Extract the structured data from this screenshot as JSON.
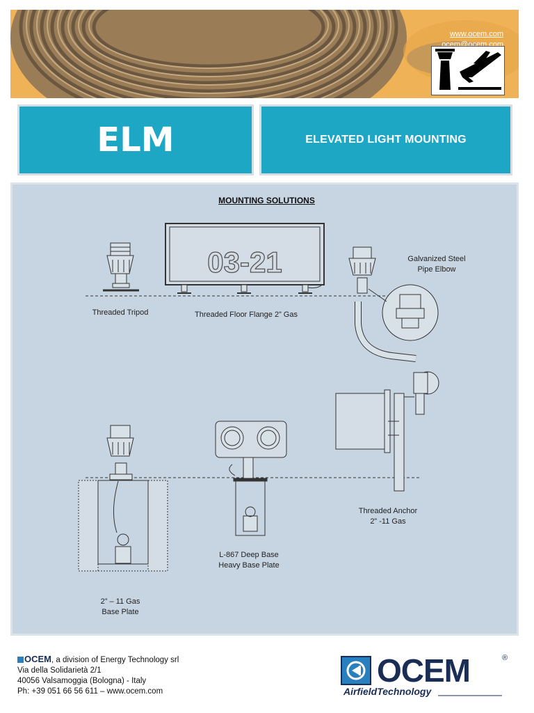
{
  "header": {
    "website": "www.ocem.com",
    "email": "ocem@ocem.com"
  },
  "product": {
    "code": "ELM",
    "name": "ELEVATED LIGHT MOUNTING"
  },
  "panel": {
    "section_title": "MOUNTING SOLUTIONS",
    "sign_text": "03-21",
    "labels": {
      "tripod": "Threaded  Tripod",
      "floor_flange": "Threaded Floor Flange 2” Gas",
      "elbow_line1": "Galvanized Steel",
      "elbow_line2": "Pipe Elbow",
      "anchor_line1": "Threaded Anchor",
      "anchor_line2": "2” -11 Gas",
      "deep_base_line1": "L-867 Deep Base",
      "deep_base_line2": "Heavy Base Plate",
      "base_plate_line1": "2” – 11 Gas",
      "base_plate_line2": "Base Plate"
    }
  },
  "footer": {
    "company_brand": "OCEM",
    "company_suffix": ", a division of Energy Technology srl",
    "address_line1": "Via della Solidarietà 2/1",
    "address_line2": "40056 Valsamoggia (Bologna) - Italy",
    "phone_line": "Ph: +39 051 66 56 611 – www.ocem.com",
    "logo_word": "OCEM",
    "logo_reg": "®",
    "logo_tagline": "AirfieldTechnology"
  },
  "colors": {
    "accent": "#1ea7c5",
    "banner": "#f0b257",
    "panel": "#c7d4e1",
    "brand_navy": "#1a2e55"
  },
  "icons": [
    "airport-tower-plane-icon",
    "ocem-logo-icon"
  ]
}
